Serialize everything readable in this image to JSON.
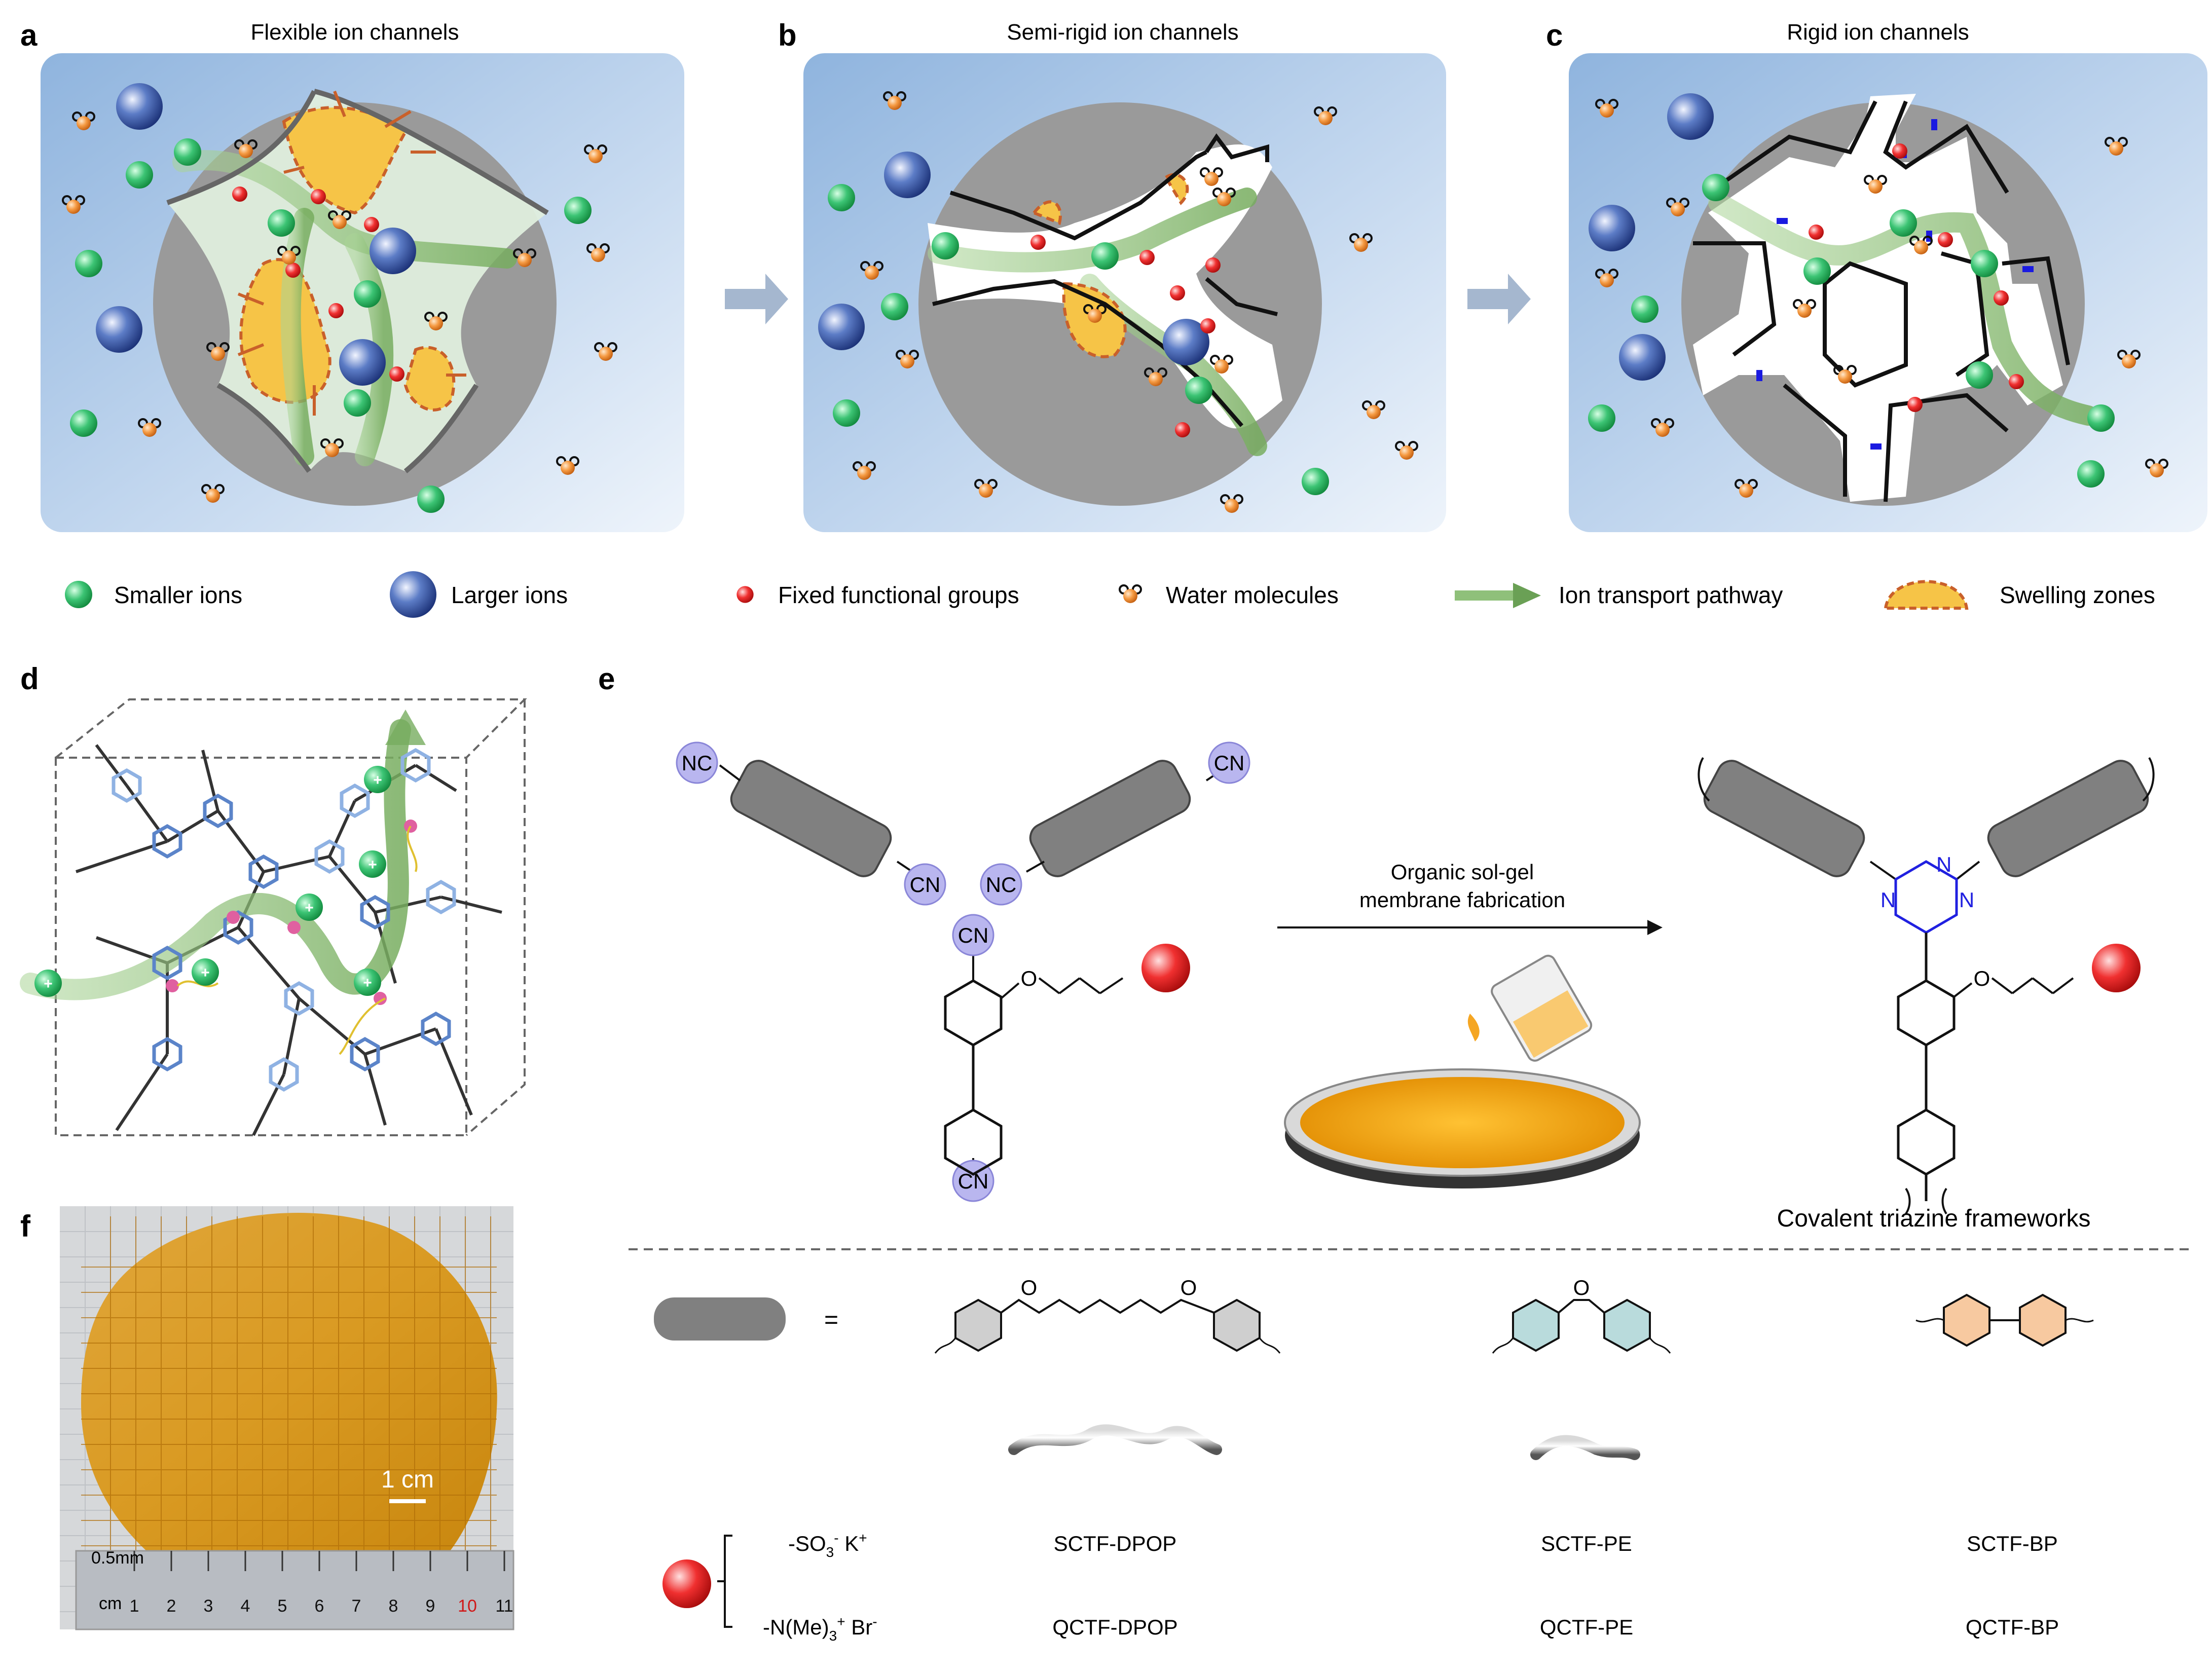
{
  "panels": {
    "a": {
      "letter": "a",
      "title": "Flexible ion channels"
    },
    "b": {
      "letter": "b",
      "title": "Semi-rigid ion channels"
    },
    "c": {
      "letter": "c",
      "title": "Rigid ion channels"
    },
    "d": {
      "letter": "d"
    },
    "e": {
      "letter": "e"
    },
    "f": {
      "letter": "f"
    }
  },
  "legend": {
    "smaller_ions": "Smaller ions",
    "larger_ions": "Larger ions",
    "fixed_groups": "Fixed functional groups",
    "water": "Water molecules",
    "pathway": "Ion transport pathway",
    "swelling": "Swelling zones"
  },
  "reaction": {
    "nc": "NC",
    "cn": "CN",
    "o": "O",
    "n": "N",
    "arrow_line1": "Organic sol-gel",
    "arrow_line2": "membrane fabrication",
    "product_caption": "Covalent triazine frameworks"
  },
  "linkers": {
    "equals": "=",
    "names_s": [
      "SCTF-DPOP",
      "SCTF-PE",
      "SCTF-BP"
    ],
    "names_q": [
      "QCTF-DPOP",
      "QCTF-PE",
      "QCTF-BP"
    ],
    "group_so3": "-SO",
    "group_so3_sub": "3",
    "group_so3_sup": "-",
    "group_so3_k": " K",
    "group_so3_ksup": "+",
    "group_nme": "-N(Me)",
    "group_nme_sub": "3",
    "group_nme_sup": "+",
    "group_nme_br": " Br",
    "group_nme_brsup": "-"
  },
  "photo": {
    "scale_bar": "1 cm",
    "ruler_unit": "cm",
    "ruler_small": "0.5mm",
    "ruler_ticks": [
      "1",
      "2",
      "3",
      "4",
      "5",
      "6",
      "7",
      "8",
      "9",
      "10",
      "11"
    ]
  },
  "colors": {
    "smaller_ion": "#22b05a",
    "larger_ion": "#2a4a9c",
    "fixed_group": "#e01818",
    "water": "#f08030",
    "pathway": "#8fc07a",
    "swelling": "#f6c447",
    "membrane": "#f5a623",
    "panel_bg": "#a9c6e6",
    "pore_gray": "#9a9a9a",
    "cn_circle": "#b9b6ef",
    "pe_ring": "#b9dbdc",
    "bp_ring": "#f7c9a0",
    "triazine": "#2020e0"
  }
}
